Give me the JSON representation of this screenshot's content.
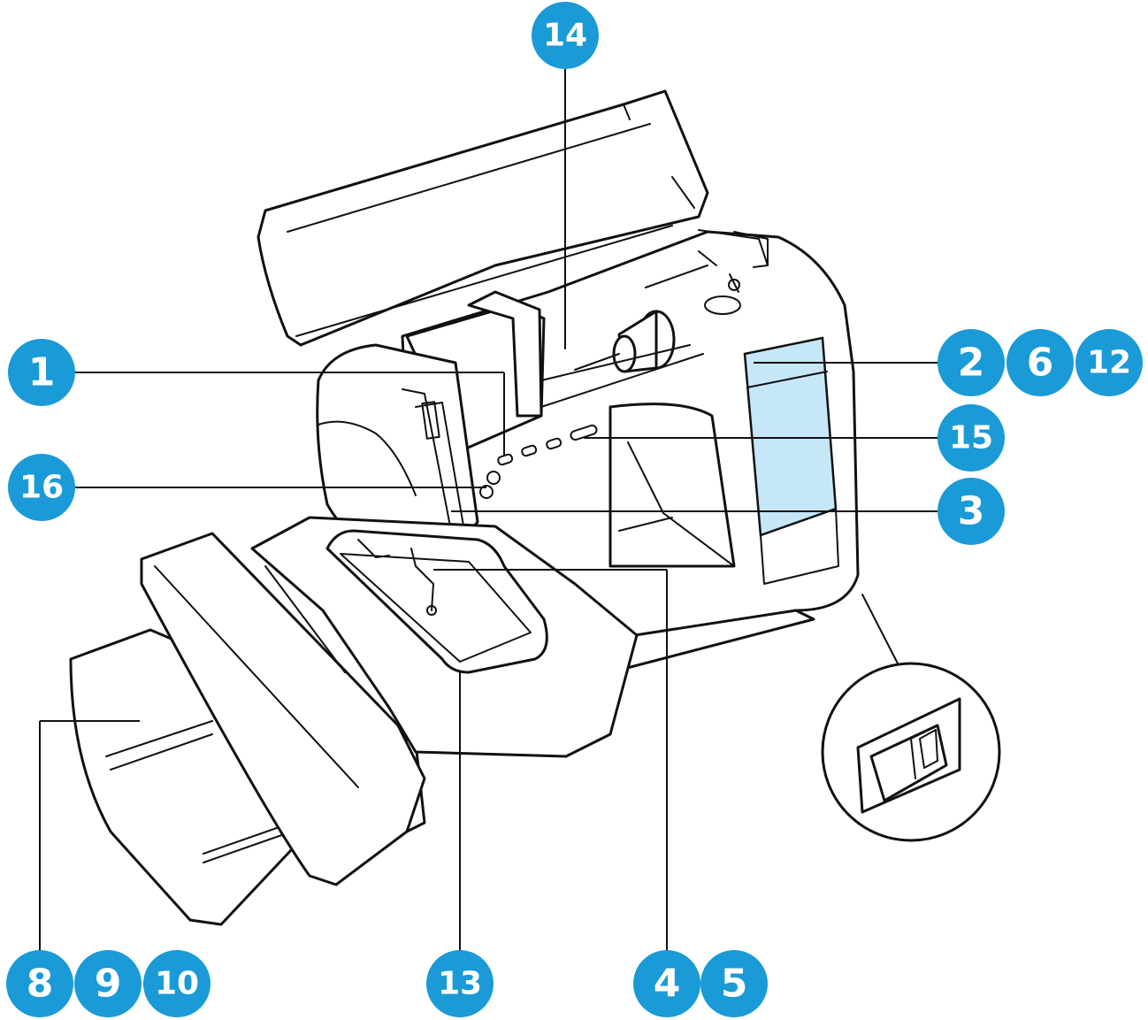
{
  "colors": {
    "badge": "#1a9ad6",
    "screen": "#c5e7f8",
    "line": "#111111",
    "background": "#ffffff"
  },
  "callouts": [
    {
      "id": "c1",
      "label": "1"
    },
    {
      "id": "c2",
      "label": "2"
    },
    {
      "id": "c6",
      "label": "6"
    },
    {
      "id": "c12",
      "label": "12"
    },
    {
      "id": "c14",
      "label": "14"
    },
    {
      "id": "c15",
      "label": "15"
    },
    {
      "id": "c16",
      "label": "16"
    },
    {
      "id": "c3",
      "label": "3"
    },
    {
      "id": "c8",
      "label": "8"
    },
    {
      "id": "c9",
      "label": "9"
    },
    {
      "id": "c10",
      "label": "10"
    },
    {
      "id": "c13",
      "label": "13"
    },
    {
      "id": "c4",
      "label": "4"
    },
    {
      "id": "c5",
      "label": "5"
    }
  ],
  "icons": [
    "sewing-machine-icon",
    "power-switch-icon"
  ]
}
